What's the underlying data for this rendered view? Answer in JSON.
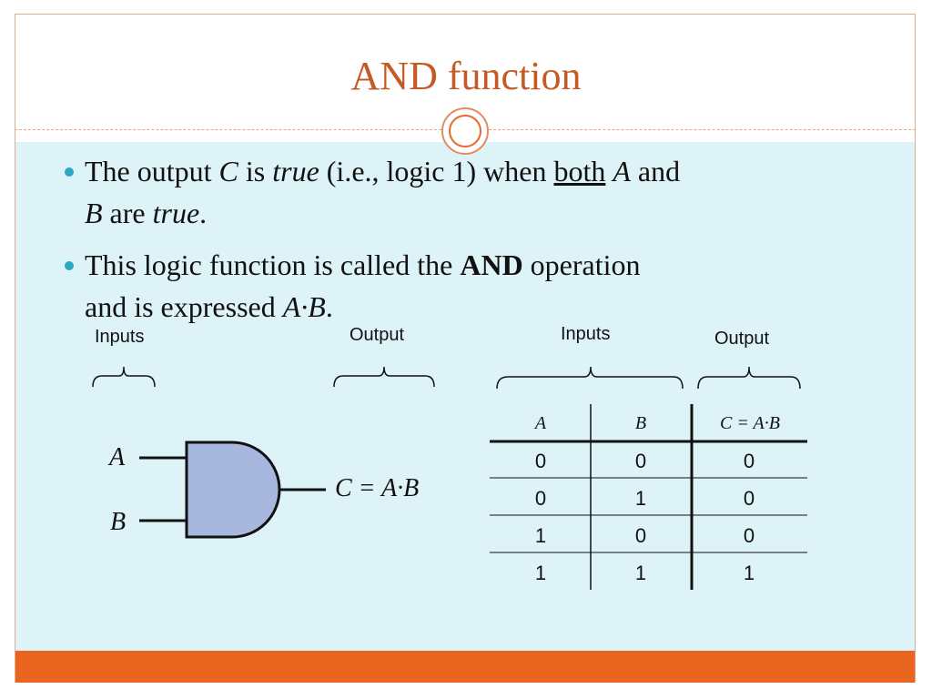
{
  "slide": {
    "title": "AND function",
    "bullets": [
      {
        "parts": {
          "p1": "The output ",
          "p2": "C",
          "p3": " is ",
          "p4": "true",
          "p5": " (i.e., logic 1) when ",
          "p6": "both",
          "p7": " ",
          "p8": "A",
          "p9": " and",
          "p10": "B",
          "p11": " are ",
          "p12": "true",
          "p13": "."
        }
      },
      {
        "parts": {
          "p1": "This logic function is called the ",
          "p2": "AND",
          "p3": " operation",
          "p4": "and is expressed ",
          "p5": "A·B",
          "p6": "."
        }
      }
    ]
  },
  "gate_diagram": {
    "inputs_label": "Inputs",
    "output_label": "Output",
    "input_a": "A",
    "input_b": "B",
    "output_expr": "C = A·B",
    "gate_fill": "#a8b7dd"
  },
  "truth_table": {
    "inputs_label": "Inputs",
    "output_label": "Output",
    "headers": [
      "A",
      "B",
      "C = A·B"
    ],
    "rows": [
      [
        "0",
        "0",
        "0"
      ],
      [
        "0",
        "1",
        "0"
      ],
      [
        "1",
        "0",
        "0"
      ],
      [
        "1",
        "1",
        "1"
      ]
    ]
  },
  "colors": {
    "title": "#c55a24",
    "accent_bar": "#e8641f",
    "panel": "#ddf3f8",
    "bullet": "#2aa8c4"
  }
}
